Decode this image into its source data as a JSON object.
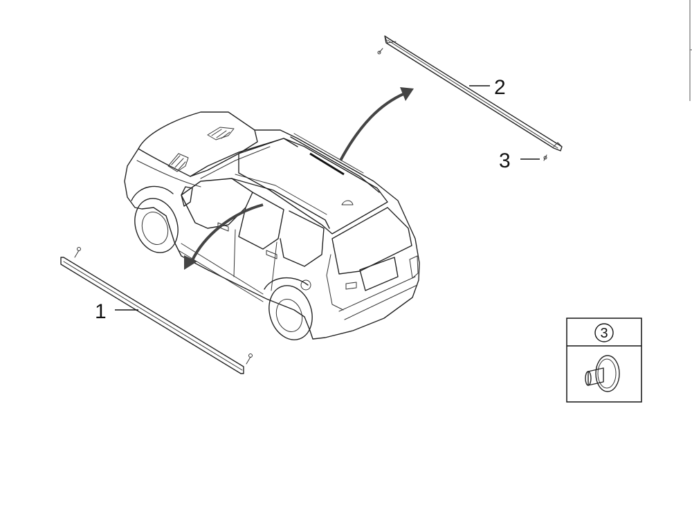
{
  "callouts": [
    {
      "id": "1",
      "label": "1"
    },
    {
      "id": "2",
      "label": "2"
    },
    {
      "id": "3",
      "label": "3"
    }
  ],
  "detail_box": {
    "label": "③"
  },
  "icons": [
    "suv-illustration",
    "side-molding-part",
    "roof-molding-part",
    "clip-fastener",
    "arrow"
  ]
}
